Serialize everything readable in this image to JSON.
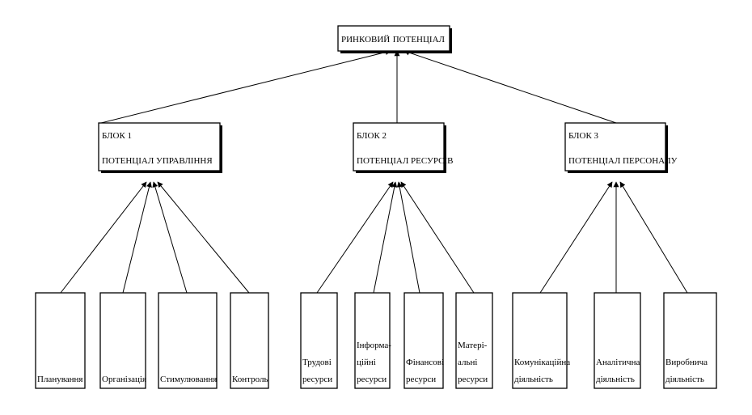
{
  "root": {
    "lines": [
      "РИНКОВИЙ",
      "ПОТЕНЦІАЛ"
    ]
  },
  "blocks": [
    {
      "lines": [
        "БЛОК 1",
        "ПОТЕНЦІАЛ УПРАВЛІННЯ"
      ]
    },
    {
      "lines": [
        "БЛОК 2",
        "ПОТЕНЦІАЛ РЕСУРСІВ"
      ]
    },
    {
      "lines": [
        "БЛОК 3",
        "ПОТЕНЦІАЛ ПЕРСОНАЛУ"
      ]
    }
  ],
  "leaves": [
    {
      "block": 0,
      "lines": [
        "Планування"
      ]
    },
    {
      "block": 0,
      "lines": [
        "Організація"
      ]
    },
    {
      "block": 0,
      "lines": [
        "Стимулювання"
      ]
    },
    {
      "block": 0,
      "lines": [
        "Контроль"
      ]
    },
    {
      "block": 1,
      "lines": [
        "Трудові",
        "ресурси"
      ]
    },
    {
      "block": 1,
      "lines": [
        "Інформа-",
        "ційні",
        "ресурси"
      ]
    },
    {
      "block": 1,
      "lines": [
        "Фінансові",
        "ресурси"
      ]
    },
    {
      "block": 1,
      "lines": [
        "Матері-",
        "альні",
        "ресурси"
      ]
    },
    {
      "block": 2,
      "lines": [
        "Комунікаційна",
        "діяльність"
      ]
    },
    {
      "block": 2,
      "lines": [
        "Аналітична",
        "діяльність"
      ]
    },
    {
      "block": 2,
      "lines": [
        "Виробнича",
        "діяльність"
      ]
    }
  ],
  "style": {
    "line_color": "#000000",
    "box_fill": "#ffffff"
  }
}
